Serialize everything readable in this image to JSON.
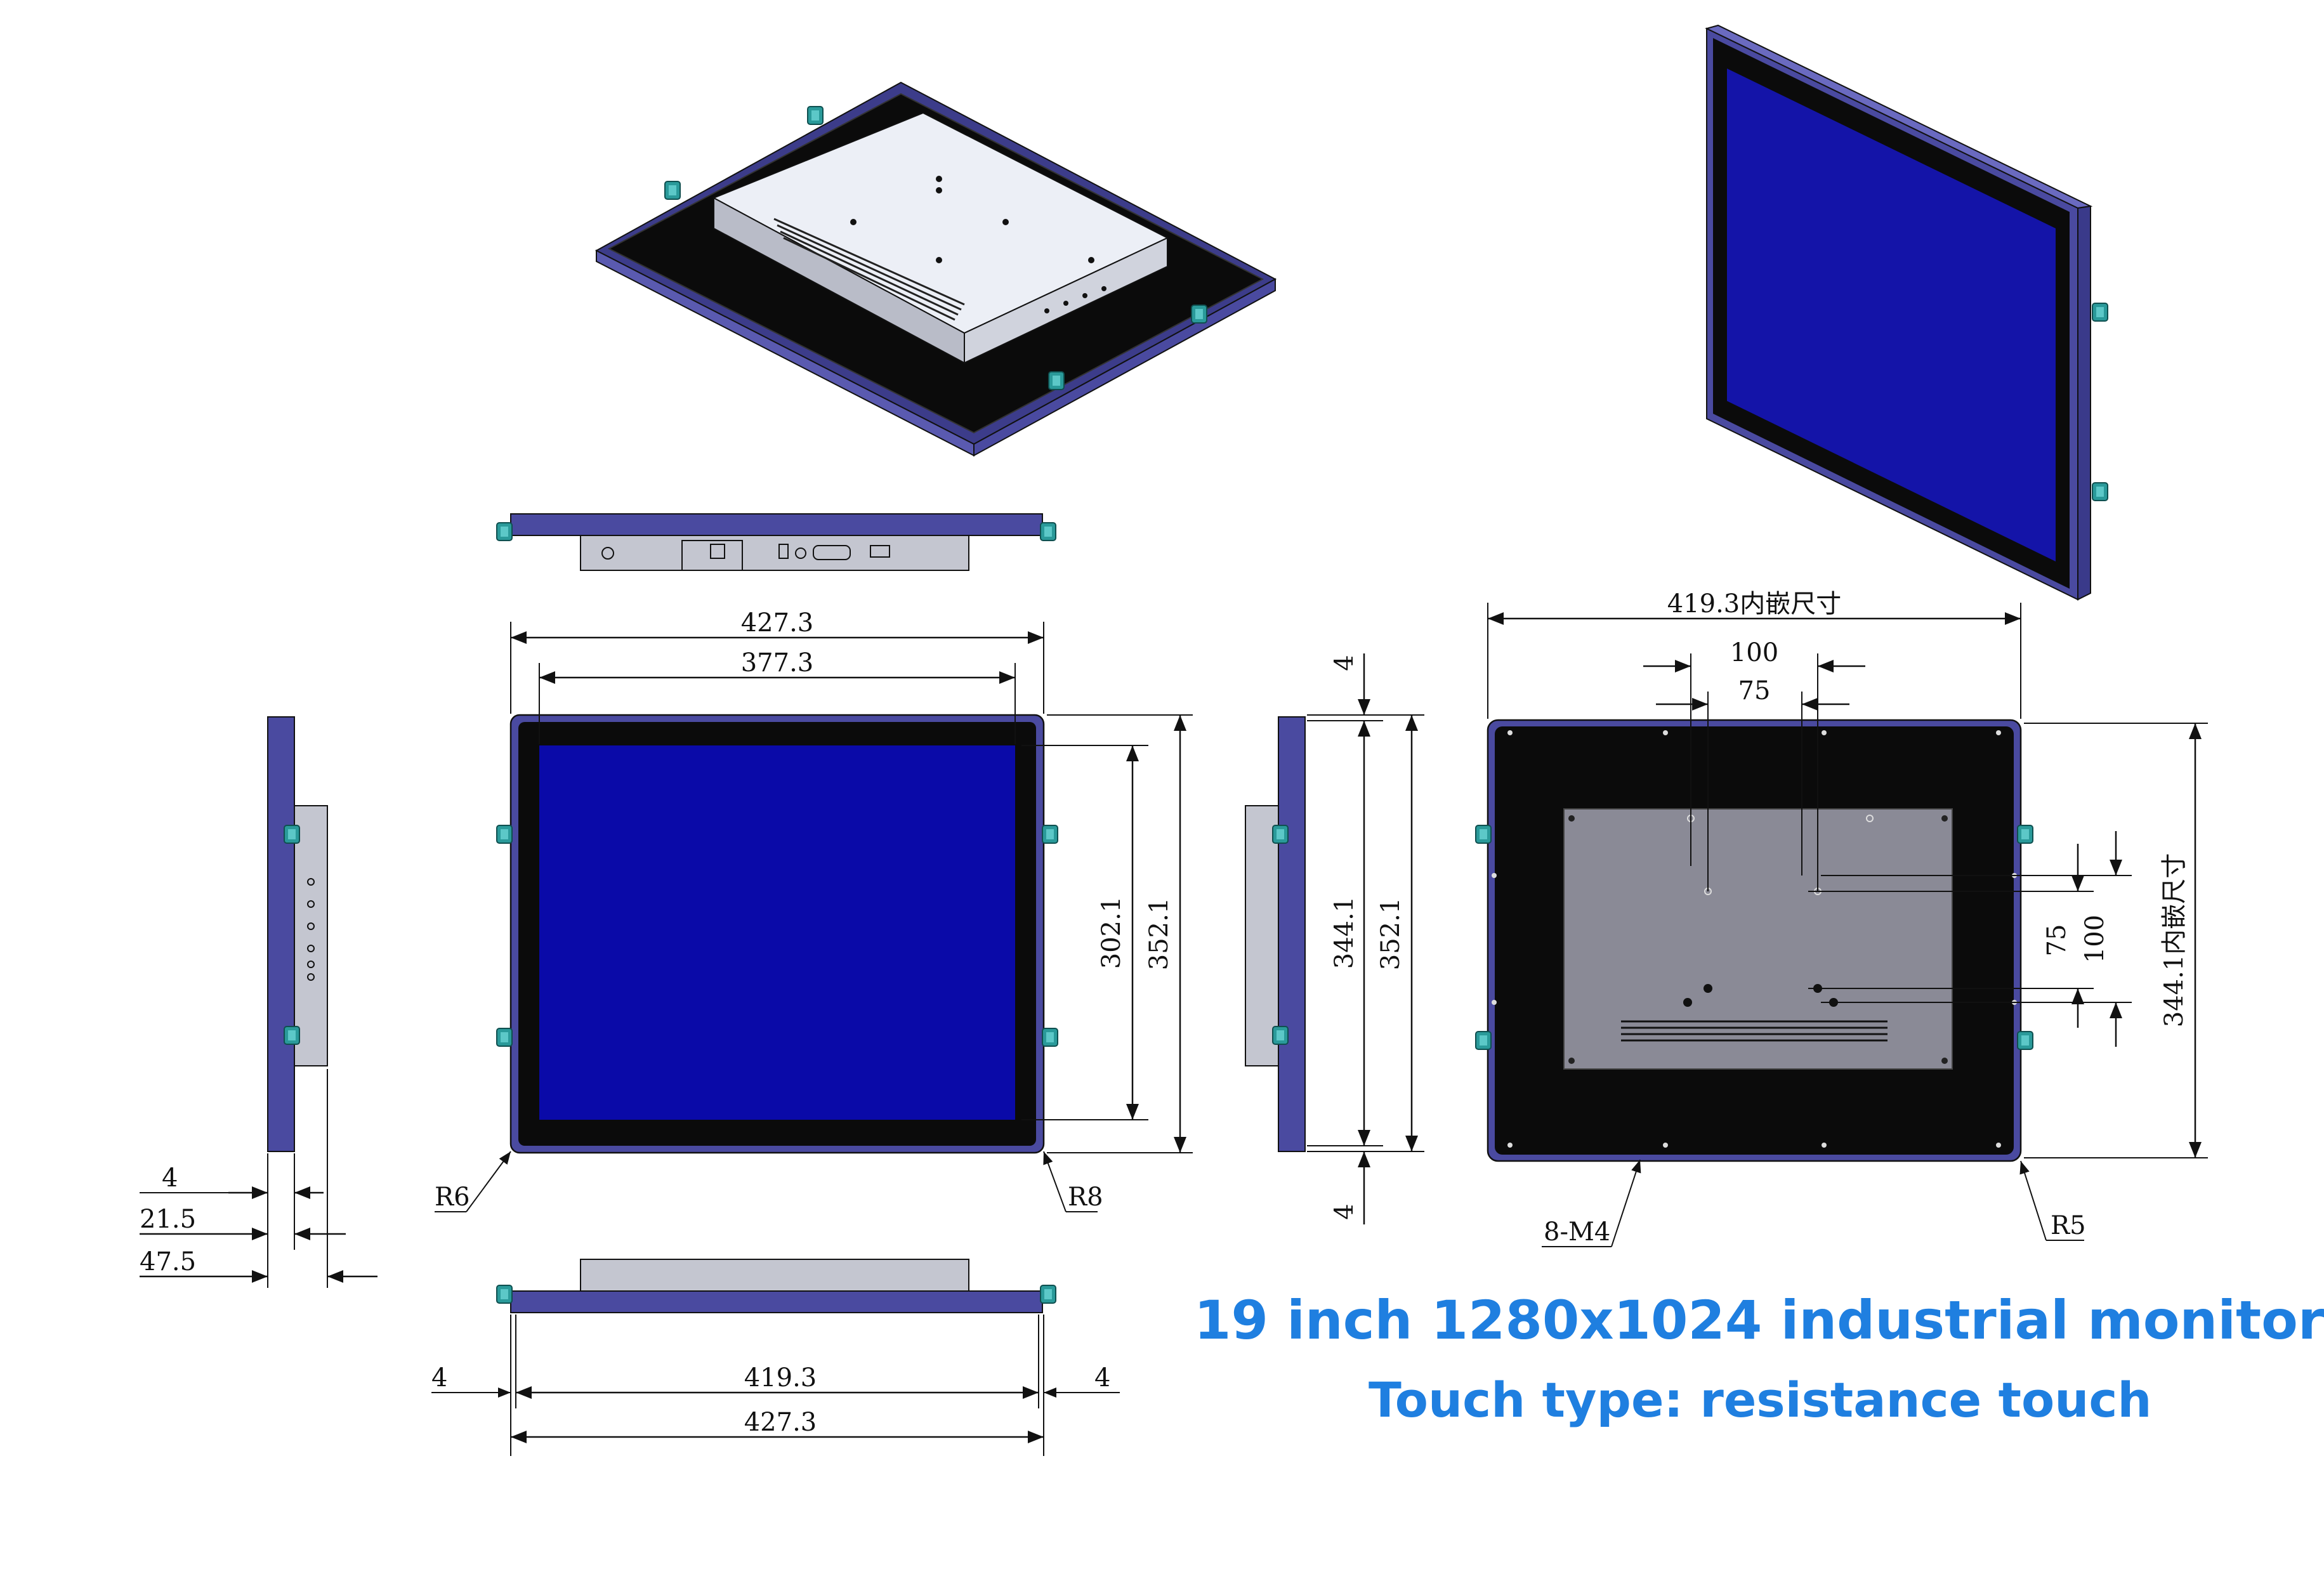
{
  "title": "19 inch 1280x1024 industrial monitor",
  "subtitle": "Touch type: resistance touch",
  "dimensions": {
    "front_outer_width": "427.3",
    "front_inner_width": "377.3",
    "front_screen_height": "302.1",
    "front_outer_height": "352.1",
    "front_corner_left": "R6",
    "front_corner_right": "R8",
    "side_thickness_front": "4",
    "side_depth_mid": "21.5",
    "side_depth_total": "47.5",
    "bottom_flange_left": "4",
    "bottom_flange_right": "4",
    "bottom_inner_width": "419.3",
    "bottom_outer_width": "427.3",
    "rightside_top": "4",
    "rightside_bottom": "4",
    "rightside_inner_height": "344.1",
    "rightside_outer_height": "352.1",
    "rear_cutout_width": "419.3内嵌尺寸",
    "rear_vesa_100_h": "100",
    "rear_vesa_75_h": "75",
    "rear_vesa_75_v": "75",
    "rear_vesa_100_v": "100",
    "rear_cutout_height": "344.1内嵌尺寸",
    "rear_screws": "8-M4",
    "rear_corner": "R5"
  },
  "colors": {
    "screen_blue": "#0a0aa8",
    "frame_purple": "#4a4aa0",
    "bezel_black": "#0b0b0b",
    "back_gray": "#8a8a96",
    "clip_teal": "#2a9a9a",
    "title_blue": "#1f7fe0"
  }
}
